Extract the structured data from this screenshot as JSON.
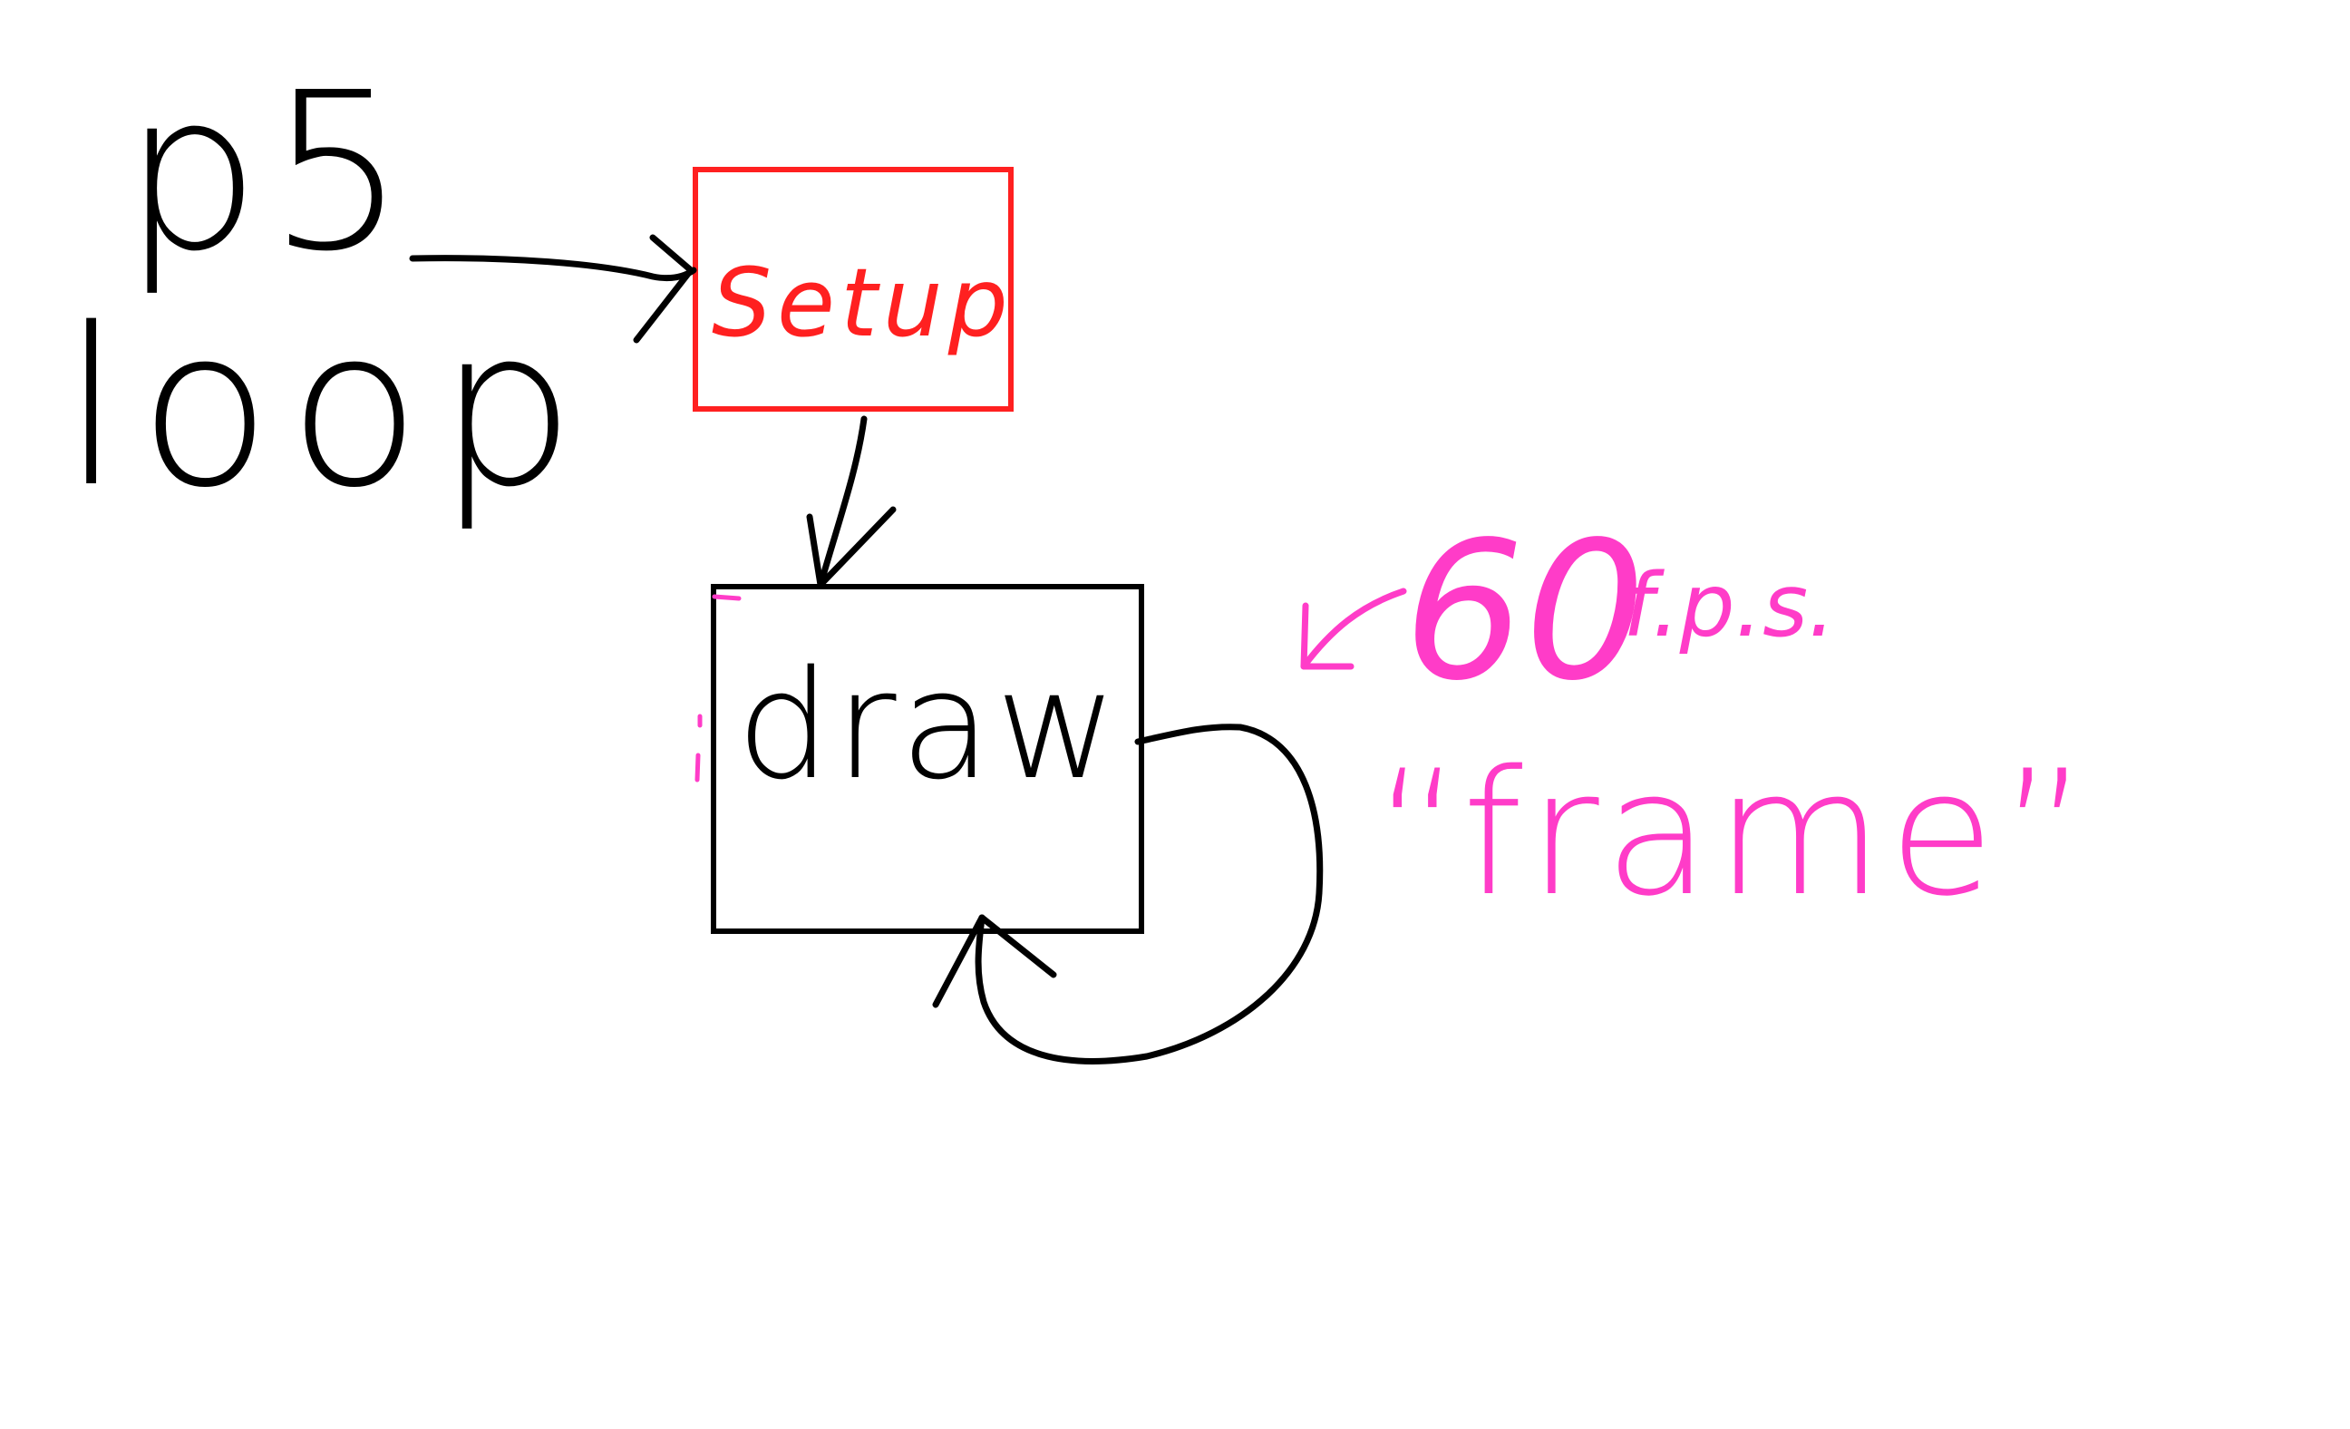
{
  "title": {
    "line1": "p5",
    "line2": "loop"
  },
  "nodes": {
    "setup": "Setup",
    "draw": "draw"
  },
  "annotations": {
    "fps_number": "60",
    "fps_unit": "f.p.s.",
    "frame": "“frame”"
  },
  "colors": {
    "ink": "#000000",
    "setup": "#ff2020",
    "annotation": "#ff3cc8",
    "background": "#ffffff"
  }
}
